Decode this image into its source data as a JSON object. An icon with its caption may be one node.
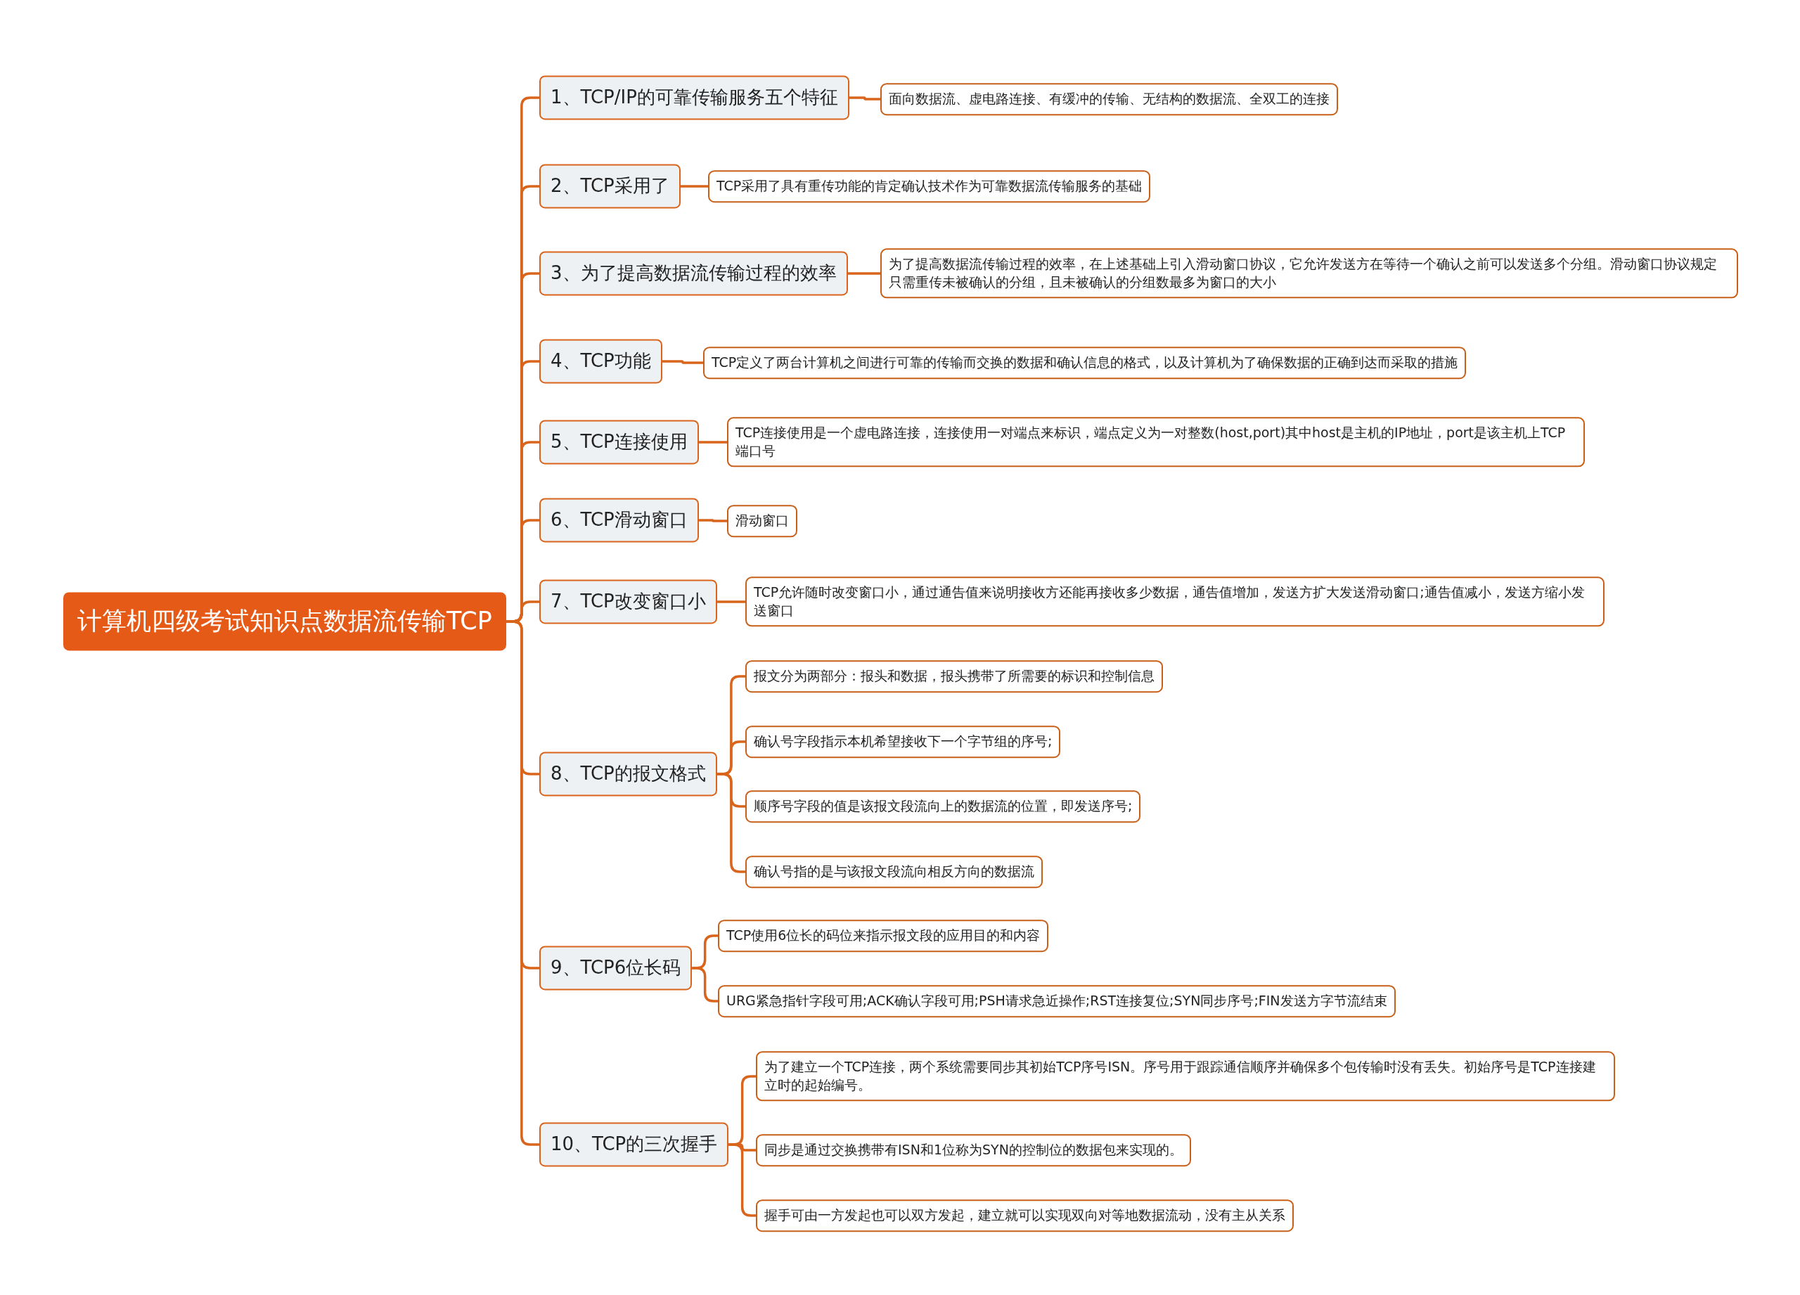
{
  "diagram": {
    "nodes": [
      {
        "text": [
          "计算机四级考试知识点数据流传输TCP"
        ]
      },
      {
        "text": [
          "1、TCP/IP的可靠传输服务五个特征"
        ]
      },
      {
        "text": [
          "面向数据流、虚电路连接、有缓冲的传输、无结构的数据流、全双工的连接"
        ]
      },
      {
        "text": [
          "2、TCP采用了"
        ]
      },
      {
        "text": [
          "TCP采用了具有重传功能的肯定确认技术作为可靠数据流传输服务的基础"
        ]
      },
      {
        "text": [
          "3、为了提高数据流传输过程的效率"
        ]
      },
      {
        "text": [
          "为了提高数据流传输过程的效率，在上述基础上引入滑动窗口协议，它允许发送方在等待一个确认之前可以发送多个分组。滑动窗口协议规定只需重传未被确认的分组，且未被确认的分组数最多为窗口的大小"
        ]
      },
      {
        "text": [
          "4、TCP功能"
        ]
      },
      {
        "text": [
          "TCP定义了两台计算机之间进行可靠的传输而交换的数据和确认信息的格式，以及计算机为了确保数据的正确到达而采取的措施"
        ]
      },
      {
        "text": [
          "5、TCP连接使用"
        ]
      },
      {
        "text": [
          "TCP连接使用是一个虚电路连接，连接使用一对端点来标识，端点定义为一对整数(host,port)其中host是主机的IP地址，port是该主机上TCP端口号"
        ]
      },
      {
        "text": [
          "6、TCP滑动窗口"
        ]
      },
      {
        "text": [
          "滑动窗口"
        ]
      },
      {
        "text": [
          "7、TCP改变窗口小"
        ]
      },
      {
        "text": [
          "TCP允许随时改变窗口小，通过通告值来说明接收方还能再接收多少数据，通告值增加，发送方扩大发送滑动窗口;通告值减小，发送方缩小发送窗口"
        ]
      },
      {
        "text": [
          "8、TCP的报文格式"
        ]
      },
      {
        "text": [
          "报文分为两部分：报头和数据，报头携带了所需要的标识和控制信息"
        ]
      },
      {
        "text": [
          "确认号字段指示本机希望接收下一个字节组的序号;"
        ]
      },
      {
        "text": [
          "顺序号字段的值是该报文段流向上的数据流的位置，即发送序号;"
        ]
      },
      {
        "text": [
          "确认号指的是与该报文段流向相反方向的数据流"
        ]
      },
      {
        "text": [
          "9、TCP6位长码"
        ]
      },
      {
        "text": [
          "TCP使用6位长的码位来指示报文段的应用目的和内容"
        ]
      },
      {
        "text": [
          "URG紧急指针字段可用;ACK确认字段可用;PSH请求急近操作;RST连接复位;SYN同步序号;FIN发送方字节流结束"
        ]
      },
      {
        "text": [
          "10、TCP的三次握手"
        ]
      },
      {
        "text": [
          "为了建立一个TCP连接，两个系统需要同步其初始TCP序号ISN。序号用于跟踪通信顺序并确保多个包传输时没有丢失。初始序号是TCP连接建立时的起始编号。"
        ]
      },
      {
        "text": [
          "同步是通过交换携带有ISN和1位称为SYN的控制位的数据包来实现的。"
        ]
      },
      {
        "text": [
          "握手可由一方发起也可以双方发起，建立就可以实现双向对等地数据流动，没有主从关系"
        ]
      }
    ],
    "edges": [
      {
        "from": 0,
        "to": 1,
        "arrow": "none"
      },
      {
        "from": 1,
        "to": 2,
        "arrow": "none"
      },
      {
        "from": 0,
        "to": 3,
        "arrow": "none"
      },
      {
        "from": 3,
        "to": 4,
        "arrow": "none"
      },
      {
        "from": 0,
        "to": 5,
        "arrow": "none"
      },
      {
        "from": 5,
        "to": 6,
        "arrow": "none"
      },
      {
        "from": 0,
        "to": 7,
        "arrow": "none"
      },
      {
        "from": 7,
        "to": 8,
        "arrow": "none"
      },
      {
        "from": 0,
        "to": 9,
        "arrow": "none"
      },
      {
        "from": 9,
        "to": 10,
        "arrow": "none"
      },
      {
        "from": 0,
        "to": 11,
        "arrow": "none"
      },
      {
        "from": 11,
        "to": 12,
        "arrow": "none"
      },
      {
        "from": 0,
        "to": 13,
        "arrow": "none"
      },
      {
        "from": 13,
        "to": 14,
        "arrow": "none"
      },
      {
        "from": 0,
        "to": 15,
        "arrow": "none"
      },
      {
        "from": 15,
        "to": 16,
        "arrow": "none"
      },
      {
        "from": 15,
        "to": 17,
        "arrow": "none"
      },
      {
        "from": 15,
        "to": 18,
        "arrow": "none"
      },
      {
        "from": 15,
        "to": 19,
        "arrow": "none"
      },
      {
        "from": 0,
        "to": 20,
        "arrow": "none"
      },
      {
        "from": 20,
        "to": 21,
        "arrow": "none"
      },
      {
        "from": 20,
        "to": 22,
        "arrow": "none"
      },
      {
        "from": 0,
        "to": 23,
        "arrow": "none"
      },
      {
        "from": 23,
        "to": 24,
        "arrow": "none"
      },
      {
        "from": 23,
        "to": 25,
        "arrow": "none"
      },
      {
        "from": 23,
        "to": 26,
        "arrow": "none"
      }
    ]
  }
}
